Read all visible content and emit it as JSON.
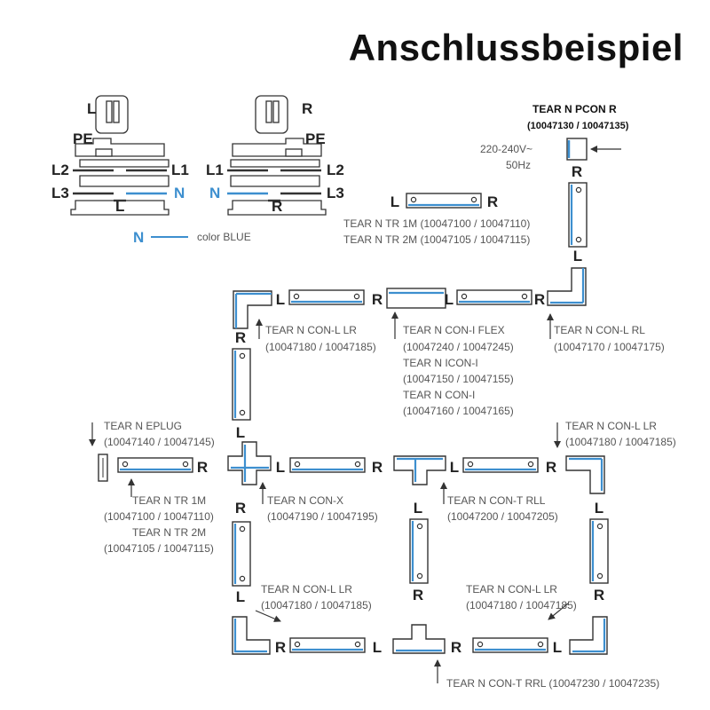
{
  "title": "Anschlussbeispiel",
  "legend": {
    "letter": "N",
    "text": "color BLUE"
  },
  "socket_diagrams": {
    "left": {
      "top_letter": "L",
      "pe": "PE",
      "l2": "L2",
      "l1": "L1",
      "l3": "L3",
      "n": "N",
      "bottom_letter": "L"
    },
    "right": {
      "top_letter": "R",
      "pe": "PE",
      "l1": "L1",
      "l2": "L2",
      "n": "N",
      "l3": "L3",
      "bottom_letter": "R"
    }
  },
  "power": {
    "name": "TEAR N PCON R",
    "codes": "(10047130 / 10047135)",
    "voltage": "220-240V~",
    "freq": "50Hz"
  },
  "labels": {
    "tr_top": {
      "line1": "TEAR N TR 1M (10047100 / 10047110)",
      "line2": "TEAR N TR 2M (10047105 / 10047115)"
    },
    "conl_lr_1": {
      "line1": "TEAR N CON-L LR",
      "line2": "(10047180 / 10047185)"
    },
    "coni_flex": {
      "line1": "TEAR N CON-I FLEX",
      "line2": "(10047240 / 10047245)",
      "line3": "TEAR N ICON-I",
      "line4": "(10047150 / 10047155)",
      "line5": "TEAR N CON-I",
      "line6": "(10047160 / 10047165)"
    },
    "conl_rl": {
      "line1": "TEAR N CON-L RL",
      "line2": "(10047170 / 10047175)"
    },
    "eplug": {
      "line1": "TEAR N EPLUG",
      "line2": "(10047140 / 10047145)"
    },
    "conl_lr_2": {
      "line1": "TEAR N CON-L LR",
      "line2": "(10047180 / 10047185)"
    },
    "tr_left": {
      "line1": "TEAR N TR 1M",
      "line2": "(10047100 / 10047110)",
      "line3": "TEAR N TR 2M",
      "line4": "(10047105 / 10047115)"
    },
    "conx": {
      "line1": "TEAR N CON-X",
      "line2": "(10047190 / 10047195)"
    },
    "cont_rll": {
      "line1": "TEAR N CON-T RLL",
      "line2": "(10047200 / 10047205)"
    },
    "conl_lr_3": {
      "line1": "TEAR N CON-L LR",
      "line2": "(10047180 / 10047185)"
    },
    "conl_lr_4": {
      "line1": "TEAR N CON-L LR",
      "line2": "(10047180 / 10047185)"
    },
    "cont_rrl": {
      "line1": "TEAR N CON-T RRL (10047230 / 10047235)"
    }
  },
  "colors": {
    "blue": "#3d8fcf",
    "line": "#333333",
    "text": "#555555"
  }
}
